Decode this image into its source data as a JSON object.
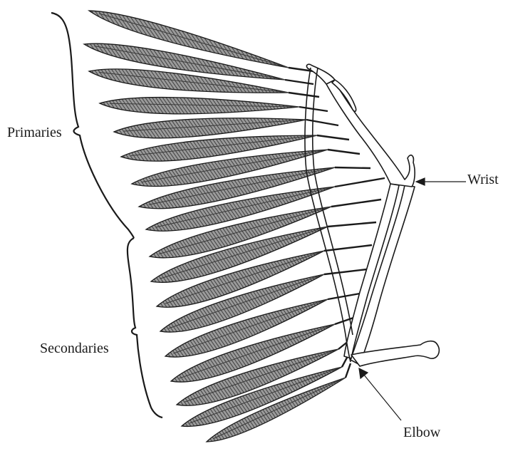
{
  "diagram": {
    "labels": {
      "primaries": "Primaries",
      "secondaries": "Secondaries",
      "wrist": "Wrist",
      "elbow": "Elbow"
    },
    "colors": {
      "ink": "#1a1a1a",
      "feather_fill": "#8a8a8a",
      "feather_dark": "#4a4a4a",
      "bone_fill": "#ffffff"
    }
  }
}
